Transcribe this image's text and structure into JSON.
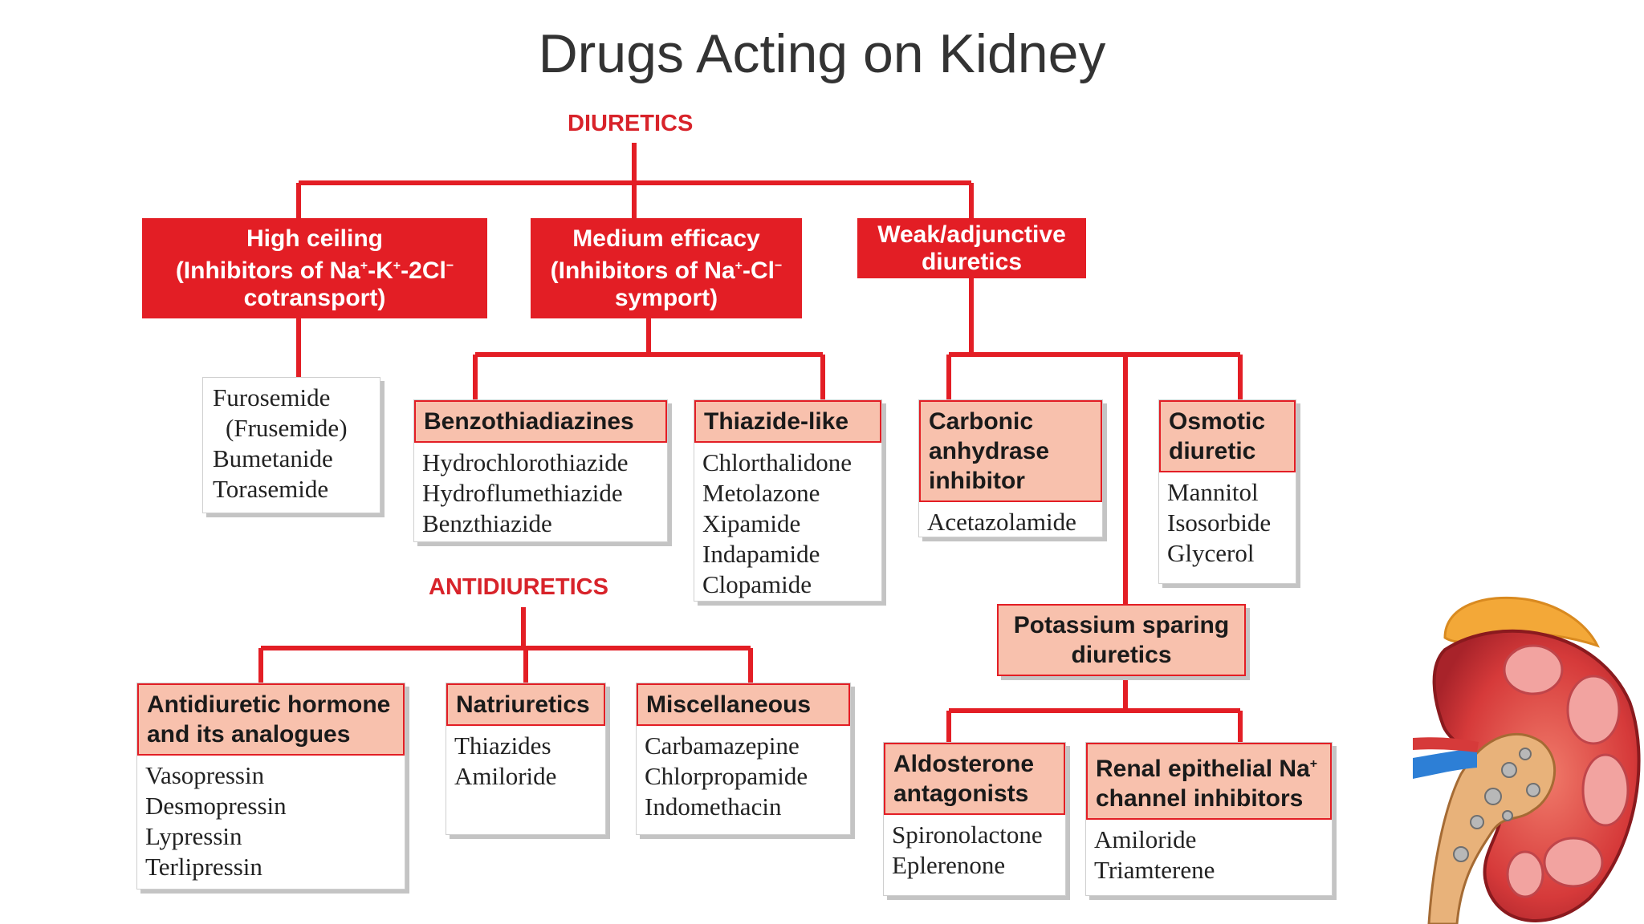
{
  "title": "Drugs Acting on Kidney",
  "diuretics": {
    "heading": "DIURETICS",
    "high_ceiling": {
      "line1": "High ceiling",
      "line2_pre": "(Inhibitors of Na",
      "line2_sup1": "+",
      "line2_mid1": "-K",
      "line2_sup2": "+",
      "line2_mid2": "-2Cl",
      "line2_sup3": "−",
      "line3": "cotransport)",
      "drugs": [
        "Furosemide",
        "(Frusemide)",
        "Bumetanide",
        "Torasemide"
      ]
    },
    "medium_efficacy": {
      "line1": "Medium efficacy",
      "line2_pre": "(Inhibitors of Na",
      "line2_sup1": "+",
      "line2_mid": "-Cl",
      "line2_sup2": "−",
      "line3": "symport)",
      "benzothiadiazines": {
        "label": "Benzothiadiazines",
        "drugs": [
          "Hydrochlorothiazide",
          "Hydroflumethiazide",
          "Benzthiazide"
        ]
      },
      "thiazide_like": {
        "label": "Thiazide-like",
        "drugs": [
          "Chlorthalidone",
          "Metolazone",
          "Xipamide",
          "Indapamide",
          "Clopamide"
        ]
      }
    },
    "weak": {
      "line1": "Weak/adjunctive",
      "line2": "diuretics",
      "carbonic": {
        "label": [
          "Carbonic",
          "anhydrase",
          "inhibitor"
        ],
        "drugs": [
          "Acetazolamide"
        ]
      },
      "osmotic": {
        "label": [
          "Osmotic",
          "diuretic"
        ],
        "drugs": [
          "Mannitol",
          "Isosorbide",
          "Glycerol"
        ]
      },
      "potassium": {
        "label": [
          "Potassium sparing",
          "diuretics"
        ],
        "aldosterone": {
          "label": [
            "Aldosterone",
            "antagonists"
          ],
          "drugs": [
            "Spironolactone",
            "Eplerenone"
          ]
        },
        "renal": {
          "label_pre": "Renal epithelial Na",
          "label_sup": "+",
          "label2": "channel inhibitors",
          "drugs": [
            "Amiloride",
            "Triamterene"
          ]
        }
      }
    }
  },
  "antidiuretics": {
    "heading": "ANTIDIURETICS",
    "adh": {
      "label": [
        "Antidiuretic hormone",
        "and its analogues"
      ],
      "drugs": [
        "Vasopressin",
        "Desmopressin",
        "Lypressin",
        "Terlipressin"
      ]
    },
    "natriuretics": {
      "label": "Natriuretics",
      "drugs": [
        "Thiazides",
        "Amiloride"
      ]
    },
    "misc": {
      "label": "Miscellaneous",
      "drugs": [
        "Carbamazepine",
        "Chlorpropamide",
        "Indomethacin"
      ]
    }
  },
  "colors": {
    "red": "#e31e25",
    "pink": "#f8c1ad",
    "heading_red": "#d8232a"
  }
}
